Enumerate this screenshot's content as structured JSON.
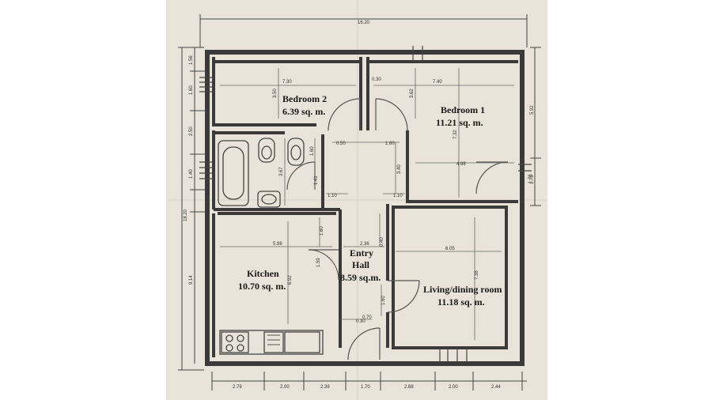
{
  "rooms": {
    "bedroom2": {
      "name": "Bedroom 2",
      "area": "6.39 sq. m."
    },
    "bedroom1": {
      "name": "Bedroom 1",
      "area": "11.21 sq. m."
    },
    "kitchen": {
      "name": "Kitchen",
      "area": "10.70 sq. m."
    },
    "entry": {
      "name1": "Entry",
      "name2": "Hall",
      "area": "8.59 sq.m."
    },
    "living": {
      "name": "Living/dining room",
      "area": "11.18 sq. m."
    }
  },
  "dims": {
    "top_total": "16.20",
    "left_total": "18.20",
    "left_lower": "9.14",
    "left_segments": [
      "1.56",
      "1.60",
      "2.50",
      "1.40"
    ],
    "right_segments": [
      "5.92",
      "1.76"
    ],
    "bottom_segments": [
      "2.79",
      "2.00",
      "2.39",
      "1.70",
      "2.88",
      "2.00",
      "2.44"
    ],
    "inner": [
      "7.30",
      "0.30",
      "7.40",
      "3.50",
      "3.62",
      "7.32",
      "0.50",
      "1.60",
      "1.60",
      "3.67",
      "3.40",
      "1.41",
      "1.10",
      "1.10",
      "4.98",
      "1.76",
      "1.60",
      "5.98",
      "2.36",
      "0.40",
      "6.05",
      "1.59",
      "6.92",
      "7.38",
      "1.60",
      "0.70",
      "0.30"
    ]
  }
}
